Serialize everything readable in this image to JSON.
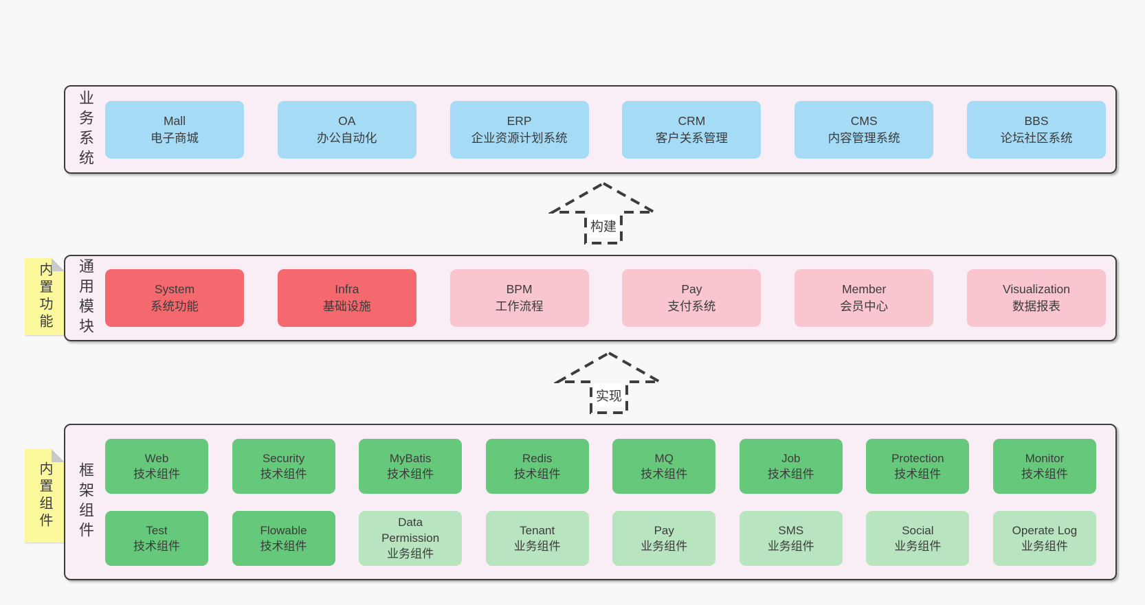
{
  "colors": {
    "page_background": "#f8f8f8",
    "panel_fill": "#f9edf6",
    "panel_border": "#3c3c3c",
    "box_blue": "#a6dbf5",
    "box_red": "#f4696e",
    "box_pink": "#f9c6d0",
    "box_green": "#66c87a",
    "box_green_light": "#b9e4c0",
    "sticky_yellow": "#fbf99c",
    "text": "#3b3b3b"
  },
  "arrows": [
    {
      "label": "构建"
    },
    {
      "label": "实现"
    }
  ],
  "sections": [
    {
      "title": "业务系统",
      "boxes": [
        {
          "name": "Mall",
          "desc": "电子商城"
        },
        {
          "name": "OA",
          "desc": "办公自动化"
        },
        {
          "name": "ERP",
          "desc": "企业资源计划系统"
        },
        {
          "name": "CRM",
          "desc": "客户关系管理"
        },
        {
          "name": "CMS",
          "desc": "内容管理系统"
        },
        {
          "name": "BBS",
          "desc": "论坛社区系统"
        }
      ]
    },
    {
      "title": "通用模块",
      "sticky": "内置功能",
      "boxes": [
        {
          "name": "System",
          "desc": "系统功能"
        },
        {
          "name": "Infra",
          "desc": "基础设施"
        },
        {
          "name": "BPM",
          "desc": "工作流程"
        },
        {
          "name": "Pay",
          "desc": "支付系统"
        },
        {
          "name": "Member",
          "desc": "会员中心"
        },
        {
          "name": "Visualization",
          "desc": "数据报表"
        }
      ]
    },
    {
      "title": "框架组件",
      "sticky": "内置组件",
      "row1": [
        {
          "name": "Web",
          "desc": "技术组件"
        },
        {
          "name": "Security",
          "desc": "技术组件"
        },
        {
          "name": "MyBatis",
          "desc": "技术组件"
        },
        {
          "name": "Redis",
          "desc": "技术组件"
        },
        {
          "name": "MQ",
          "desc": "技术组件"
        },
        {
          "name": "Job",
          "desc": "技术组件"
        },
        {
          "name": "Protection",
          "desc": "技术组件"
        },
        {
          "name": "Monitor",
          "desc": "技术组件"
        }
      ],
      "row2": [
        {
          "name": "Test",
          "desc": "技术组件"
        },
        {
          "name": "Flowable",
          "desc": "技术组件"
        },
        {
          "name": "Data Permission",
          "desc": "业务组件"
        },
        {
          "name": "Tenant",
          "desc": "业务组件"
        },
        {
          "name": "Pay",
          "desc": "业务组件"
        },
        {
          "name": "SMS",
          "desc": "业务组件"
        },
        {
          "name": "Social",
          "desc": "业务组件"
        },
        {
          "name": "Operate Log",
          "desc": "业务组件"
        }
      ]
    }
  ]
}
